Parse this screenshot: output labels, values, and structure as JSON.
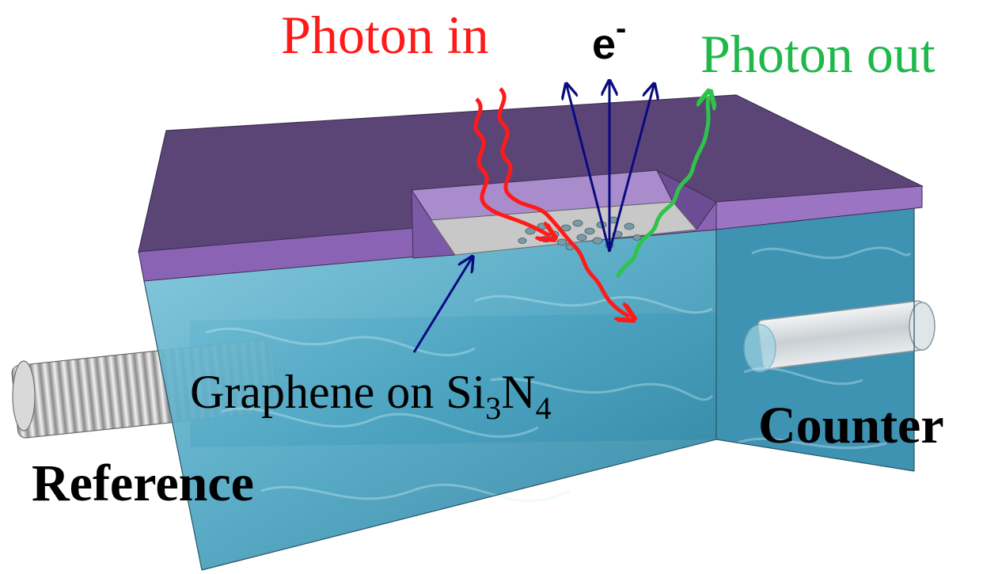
{
  "labels": {
    "photon_in": "Photon in",
    "electron": "e",
    "electron_sup": "-",
    "photon_out": "Photon out",
    "graphene_prefix": "Graphene on Si",
    "graphene_sub1": "3",
    "graphene_mid": "N",
    "graphene_sub2": "4",
    "reference": "Reference",
    "counter": "Counter"
  },
  "colors": {
    "photon_in": "#ff1a1a",
    "photon_out": "#1fb84a",
    "electron_arrows": "#0a0a80",
    "lid_top": "#5b4577",
    "lid_side": "#8a63b5",
    "water": "#4fa9c4",
    "membrane": "#c8c8c8"
  },
  "icons": {
    "reference_electrode": "coiled-wire-electrode",
    "counter_electrode": "glass-tube-electrode"
  }
}
